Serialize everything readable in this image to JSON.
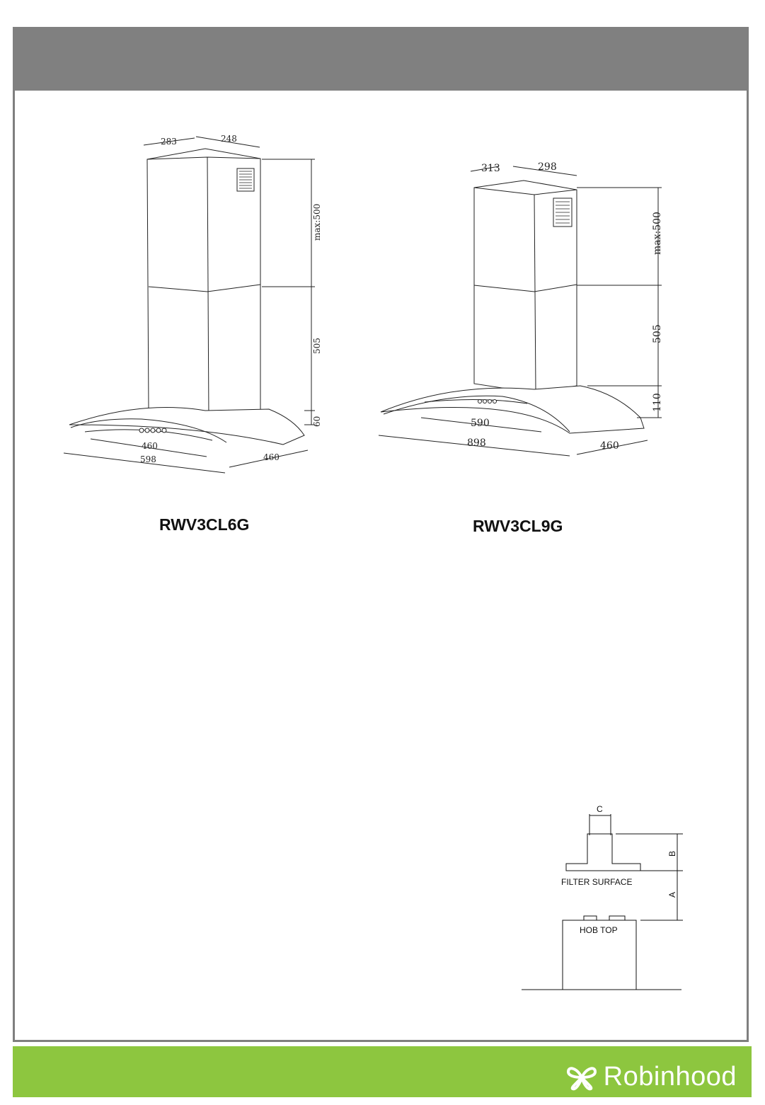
{
  "models": {
    "left": {
      "name": "RWV3CL6G",
      "dims": {
        "top_depth": "283",
        "top_width": "248",
        "chimney_upper": "max:500",
        "chimney_lower": "505",
        "canopy_height": "60",
        "inner_width": "460",
        "overall_width": "598",
        "depth": "460"
      }
    },
    "right": {
      "name": "RWV3CL9G",
      "dims": {
        "top_depth": "313",
        "top_width": "298",
        "chimney_upper": "max:500",
        "chimney_lower": "505",
        "canopy_height": "110",
        "inner_width": "590",
        "overall_width": "898",
        "depth": "460"
      }
    }
  },
  "clearance_diagram": {
    "label_c": "C",
    "label_b": "B",
    "label_a": "A",
    "filter_surface": "FILTER SURFACE",
    "hob_top": "HOB TOP"
  },
  "footer": {
    "brand": "Robinhood",
    "brand_color": "#ffffff",
    "bar_color": "#8dc63f"
  },
  "header": {
    "bar_color": "#808080"
  }
}
